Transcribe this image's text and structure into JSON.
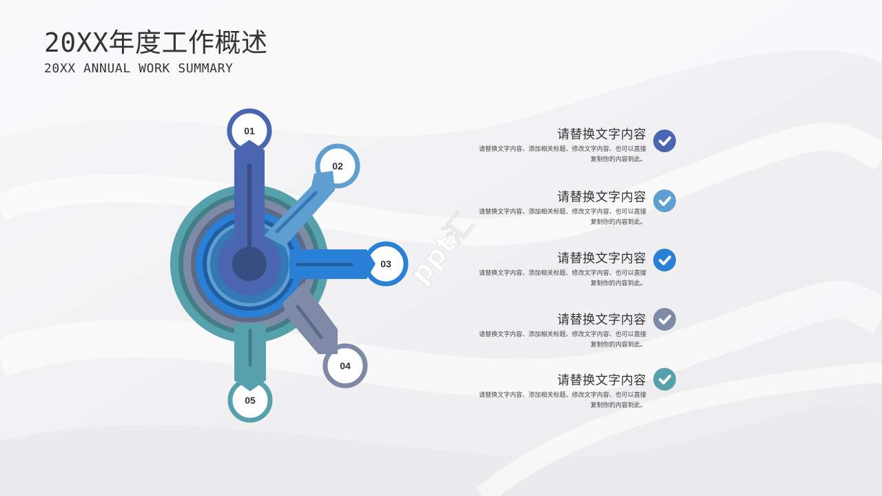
{
  "header": {
    "title": "20XX年度工作概述",
    "subtitle": "20XX ANNUAL WORK SUMMARY"
  },
  "watermark": "ppt汇",
  "colors": {
    "node01": "#4a66b0",
    "node02": "#5f9ed1",
    "node03": "#2a7fd6",
    "node04": "#7f8ba6",
    "node05": "#56a1ac",
    "center": "#384d82"
  },
  "nodes": [
    {
      "label": "01",
      "color": "#4a66b0"
    },
    {
      "label": "02",
      "color": "#5f9ed1"
    },
    {
      "label": "03",
      "color": "#2a7fd6"
    },
    {
      "label": "04",
      "color": "#7f8ba6"
    },
    {
      "label": "05",
      "color": "#56a1ac"
    }
  ],
  "items": [
    {
      "title": "请替换文字内容",
      "desc_line1": "请替换文字内容、添加相关标题、修改文字内容、也可以直接",
      "desc_line2": "复制你的内容到此。",
      "icon": "check-circle-icon",
      "color": "#4a66b0"
    },
    {
      "title": "请替换文字内容",
      "desc_line1": "请替换文字内容、添加相关标题、修改文字内容、也可以直接",
      "desc_line2": "复制你的内容到此。",
      "icon": "check-circle-icon",
      "color": "#5f9ed1"
    },
    {
      "title": "请替换文字内容",
      "desc_line1": "请替换文字内容、添加相关标题、修改文字内容、也可以直接",
      "desc_line2": "复制你的内容到此。",
      "icon": "check-circle-icon",
      "color": "#2a7fd6"
    },
    {
      "title": "请替换文字内容",
      "desc_line1": "请替换文字内容、添加相关标题、修改文字内容、也可以直接",
      "desc_line2": "复制你的内容到此。",
      "icon": "check-circle-icon",
      "color": "#7f8ba6"
    },
    {
      "title": "请替换文字内容",
      "desc_line1": "请替换文字内容、添加相关标题、修改文字内容、也可以直接",
      "desc_line2": "复制你的内容到此。",
      "icon": "check-circle-icon",
      "color": "#56a1ac"
    }
  ]
}
